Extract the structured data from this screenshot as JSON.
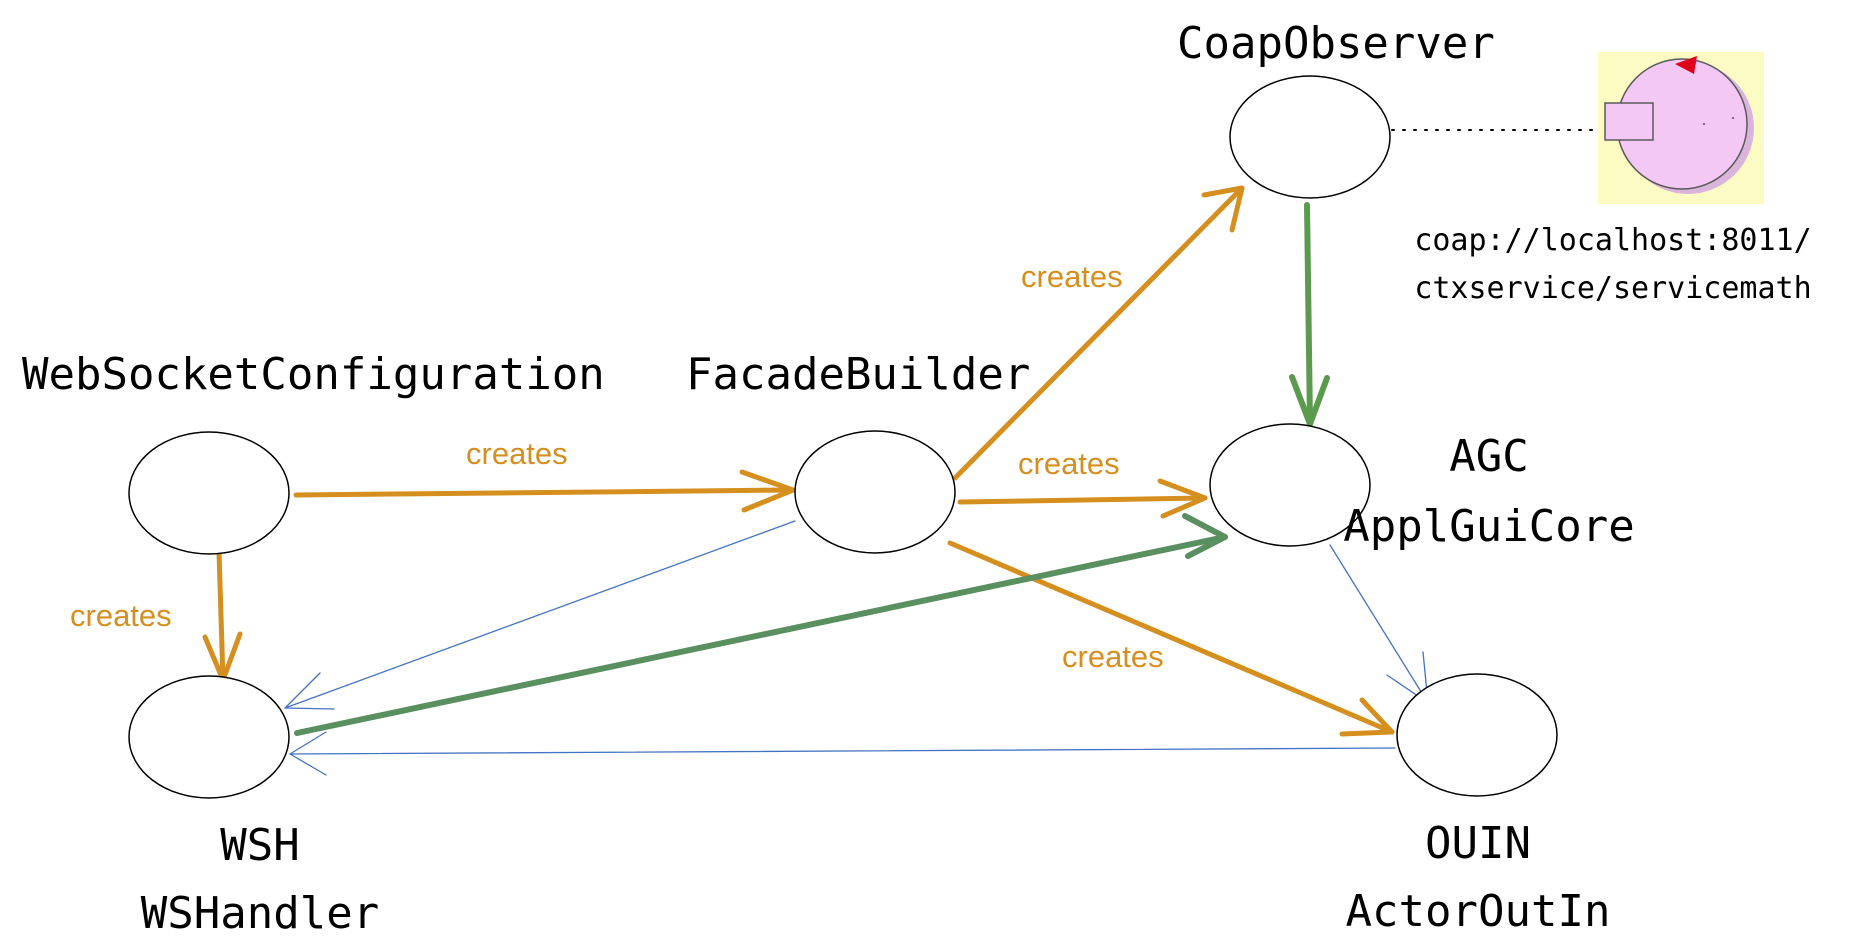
{
  "nodes": {
    "websocket_configuration": {
      "title": "WebSocketConfiguration"
    },
    "facade_builder": {
      "title": "FacadeBuilder"
    },
    "coap_observer": {
      "title": "CoapObserver"
    },
    "agc": {
      "title_line1": "AGC",
      "title_line2": "ApplGuiCore"
    },
    "wsh": {
      "title_line1": "WSH",
      "title_line2": "WSHandler"
    },
    "ouin": {
      "title_line1": "OUIN",
      "title_line2": "ActorOutIn"
    }
  },
  "edge_labels": {
    "config_to_facade": "creates",
    "config_to_wsh": "creates",
    "facade_to_coap": "creates",
    "facade_to_agc": "creates",
    "facade_to_ouin": "creates"
  },
  "resource": {
    "uri_line1": "coap://localhost:8011/",
    "uri_line2": "ctxservice/servicemath"
  },
  "colors": {
    "creates_edge": "#d58f1e",
    "notify_edge": "#5b9b4d",
    "reference_edge": "#4472c4",
    "resource_background": "#fdfbc4",
    "resource_actor": "#f3c8f5",
    "resource_marker": "#e0001a"
  }
}
